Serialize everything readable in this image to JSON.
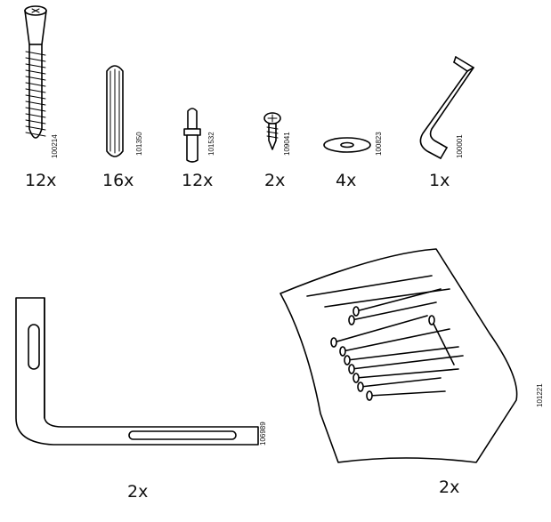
{
  "title": "",
  "parts": [
    {
      "name": "screw-long",
      "quantity": "12x",
      "code": "100214"
    },
    {
      "name": "wood-dowel",
      "quantity": "16x",
      "code": "101350"
    },
    {
      "name": "cam-stud",
      "quantity": "12x",
      "code": "101532"
    },
    {
      "name": "small-screw",
      "quantity": "2x",
      "code": "109041"
    },
    {
      "name": "washer",
      "quantity": "4x",
      "code": "100823"
    },
    {
      "name": "allen-key",
      "quantity": "1x",
      "code": "100001"
    },
    {
      "name": "angle-bracket",
      "quantity": "2x",
      "code": "106989"
    },
    {
      "name": "nail-bag",
      "quantity": "2x",
      "code": "101221"
    }
  ]
}
